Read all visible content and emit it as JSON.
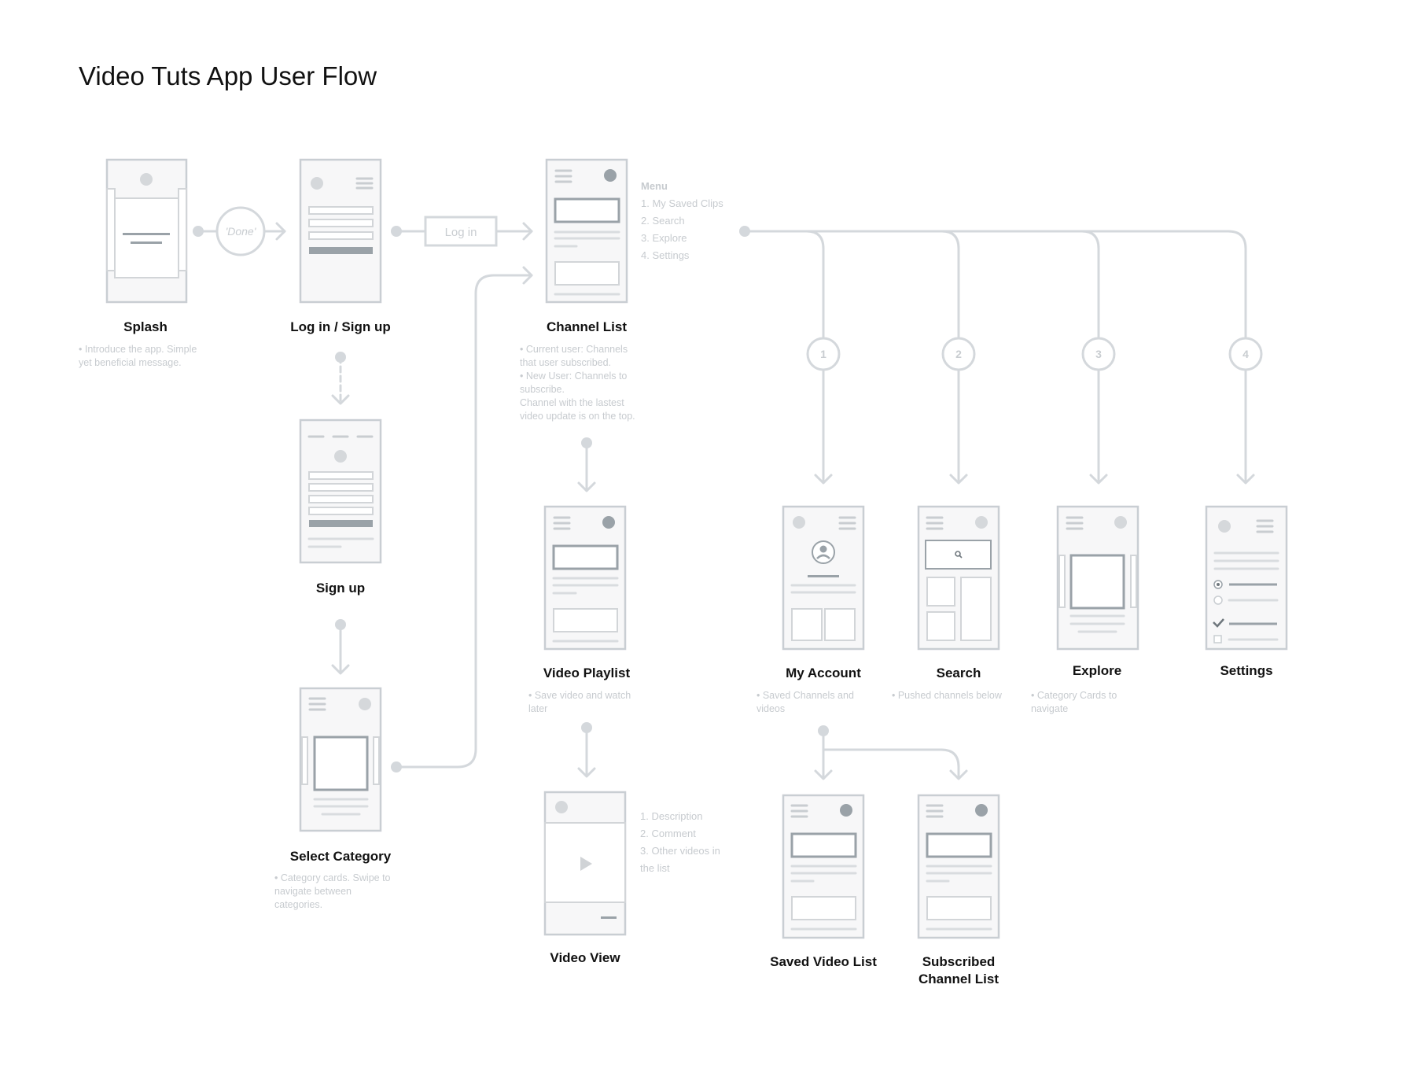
{
  "title": "Video Tuts App User Flow",
  "connectors": {
    "done": "'Done'",
    "login_button": "Log in"
  },
  "menu": {
    "heading": "Menu",
    "items": [
      "1. My Saved Clips",
      "2. Search",
      "3. Explore",
      "4. Settings"
    ]
  },
  "branch_numbers": [
    "1",
    "2",
    "3",
    "4"
  ],
  "screens": {
    "splash": {
      "label": "Splash",
      "desc": [
        "• Introduce the app. Simple",
        "yet beneficial message."
      ]
    },
    "login": {
      "label": "Log in / Sign up"
    },
    "signup": {
      "label": "Sign up"
    },
    "category": {
      "label": "Select Category",
      "desc": [
        "• Category cards. Swipe to",
        "navigate between",
        "categories."
      ]
    },
    "channels": {
      "label": "Channel List",
      "desc": [
        "• Current user: Channels",
        "that user subscribed.",
        "• New User: Channels to",
        "subscribe.",
        "Channel with the lastest",
        "video update is on the top."
      ]
    },
    "playlist": {
      "label": "Video Playlist",
      "desc": [
        "• Save video and watch",
        "later"
      ]
    },
    "videoview": {
      "label": "Video View",
      "notes": [
        "1. Description",
        "2. Comment",
        "3. Other videos in",
        "the list"
      ]
    },
    "account": {
      "label": "My Account",
      "desc": [
        "• Saved Channels and",
        "videos"
      ]
    },
    "search": {
      "label": "Search",
      "desc": [
        "• Pushed channels below"
      ]
    },
    "explore": {
      "label": "Explore",
      "desc": [
        "• Category Cards to",
        "navigate"
      ]
    },
    "settings": {
      "label": "Settings"
    },
    "savedvideo": {
      "label": "Saved Video List"
    },
    "subscribed": {
      "label": "Subscribed",
      "label2": "Channel List"
    }
  }
}
